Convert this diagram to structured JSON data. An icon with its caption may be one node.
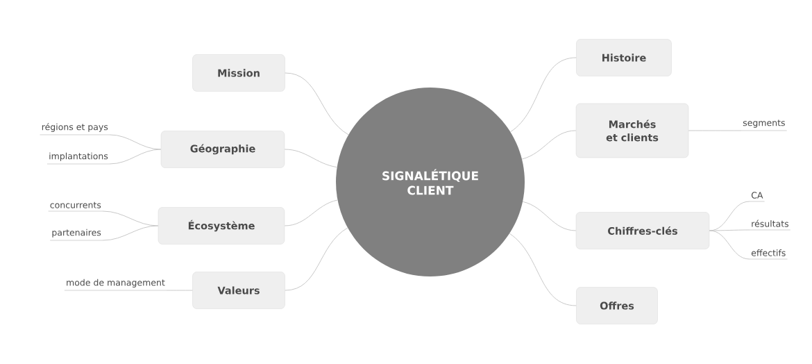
{
  "diagram": {
    "nodes": [
      {
        "text": [
          "SIGNALÉTIQUE CLIENT"
        ]
      },
      {
        "text": [
          "Mission"
        ]
      },
      {
        "text": [
          "Géographie"
        ]
      },
      {
        "text": [
          "régions et pays"
        ]
      },
      {
        "text": [
          "implantations"
        ]
      },
      {
        "text": [
          "Écosystème"
        ]
      },
      {
        "text": [
          "concurrents"
        ]
      },
      {
        "text": [
          "partenaires"
        ]
      },
      {
        "text": [
          "Valeurs"
        ]
      },
      {
        "text": [
          "mode de management"
        ]
      },
      {
        "text": [
          "Histoire"
        ]
      },
      {
        "text": [
          "Marchés et clients"
        ]
      },
      {
        "text": [
          "segments"
        ]
      },
      {
        "text": [
          "Chiffres-clés"
        ]
      },
      {
        "text": [
          "CA"
        ]
      },
      {
        "text": [
          "résultats"
        ]
      },
      {
        "text": [
          "effectifs"
        ]
      },
      {
        "text": [
          "Offres"
        ]
      }
    ],
    "edges": [
      {
        "from": 0,
        "to": 1,
        "arrow": "none"
      },
      {
        "from": 0,
        "to": 2,
        "arrow": "none"
      },
      {
        "from": 2,
        "to": 3,
        "arrow": "none"
      },
      {
        "from": 2,
        "to": 4,
        "arrow": "none"
      },
      {
        "from": 0,
        "to": 5,
        "arrow": "none"
      },
      {
        "from": 5,
        "to": 6,
        "arrow": "none"
      },
      {
        "from": 5,
        "to": 7,
        "arrow": "none"
      },
      {
        "from": 0,
        "to": 8,
        "arrow": "none"
      },
      {
        "from": 8,
        "to": 9,
        "arrow": "none"
      },
      {
        "from": 0,
        "to": 10,
        "arrow": "none"
      },
      {
        "from": 0,
        "to": 11,
        "arrow": "none"
      },
      {
        "from": 11,
        "to": 12,
        "arrow": "none"
      },
      {
        "from": 0,
        "to": 13,
        "arrow": "none"
      },
      {
        "from": 13,
        "to": 14,
        "arrow": "none"
      },
      {
        "from": 13,
        "to": 15,
        "arrow": "none"
      },
      {
        "from": 13,
        "to": 16,
        "arrow": "none"
      },
      {
        "from": 0,
        "to": 17,
        "arrow": "none"
      }
    ]
  }
}
